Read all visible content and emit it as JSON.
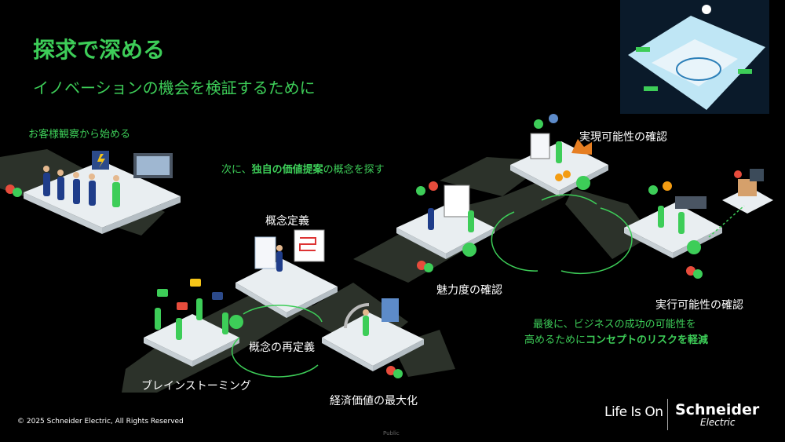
{
  "title": "探求で深める",
  "subtitle": "イノベーションの機会を検証するために",
  "steps": {
    "observe": "お客様観察から始める",
    "next_prefix": "次に、",
    "next_em": "独自の価値提案",
    "next_suffix": "の概念を探す",
    "concept_def": "概念定義",
    "brainstorm": "ブレインストーミング",
    "redefine": "概念の再定義",
    "econ": "経済価値の最大化",
    "appeal": "魅力度の確認",
    "feasibility": "実現可能性の確認",
    "viability": "実行可能性の確認",
    "final_line1": "最後に、ビジネスの成功の可能性を",
    "final_line2_prefix": "高めるために",
    "final_line2_em": "コンセプトのリスクを軽減"
  },
  "footer": {
    "copyright": "© 2025 Schneider Electric, All Rights Reserved",
    "classification": "Public",
    "tagline": "Life Is On",
    "brand": "Schneider",
    "brand_sub": "Electric"
  },
  "colors": {
    "accent": "#3dcd58",
    "path": "#2a2f28",
    "platform": "#eef2f4"
  }
}
